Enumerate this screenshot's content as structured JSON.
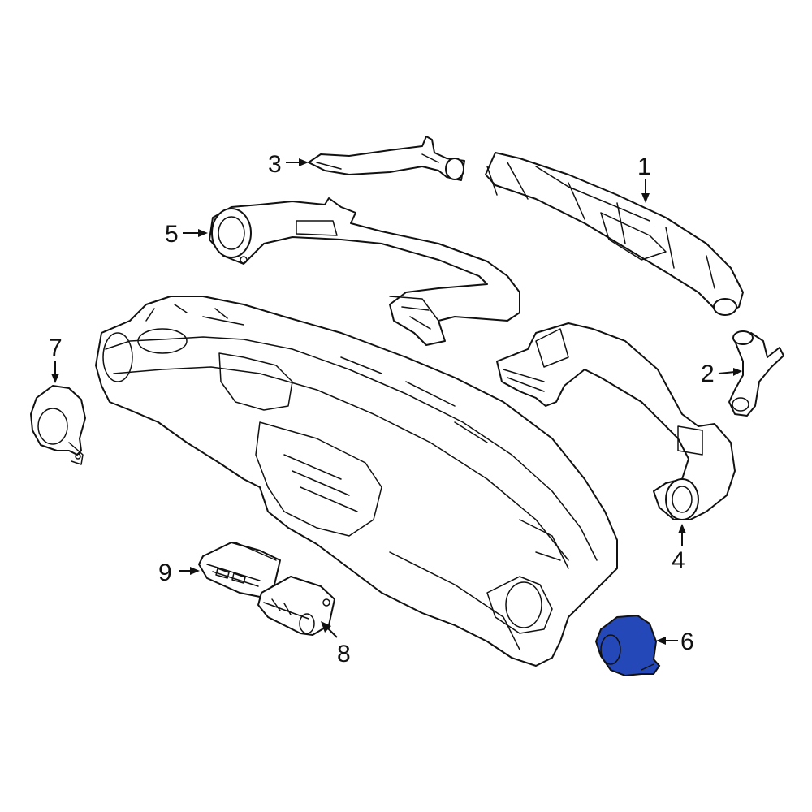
{
  "diagram": {
    "highlight_color": "#2448b8",
    "callouts": [
      "1",
      "2",
      "3",
      "4",
      "5",
      "6",
      "7",
      "8",
      "9"
    ],
    "highlighted_part": "6"
  }
}
